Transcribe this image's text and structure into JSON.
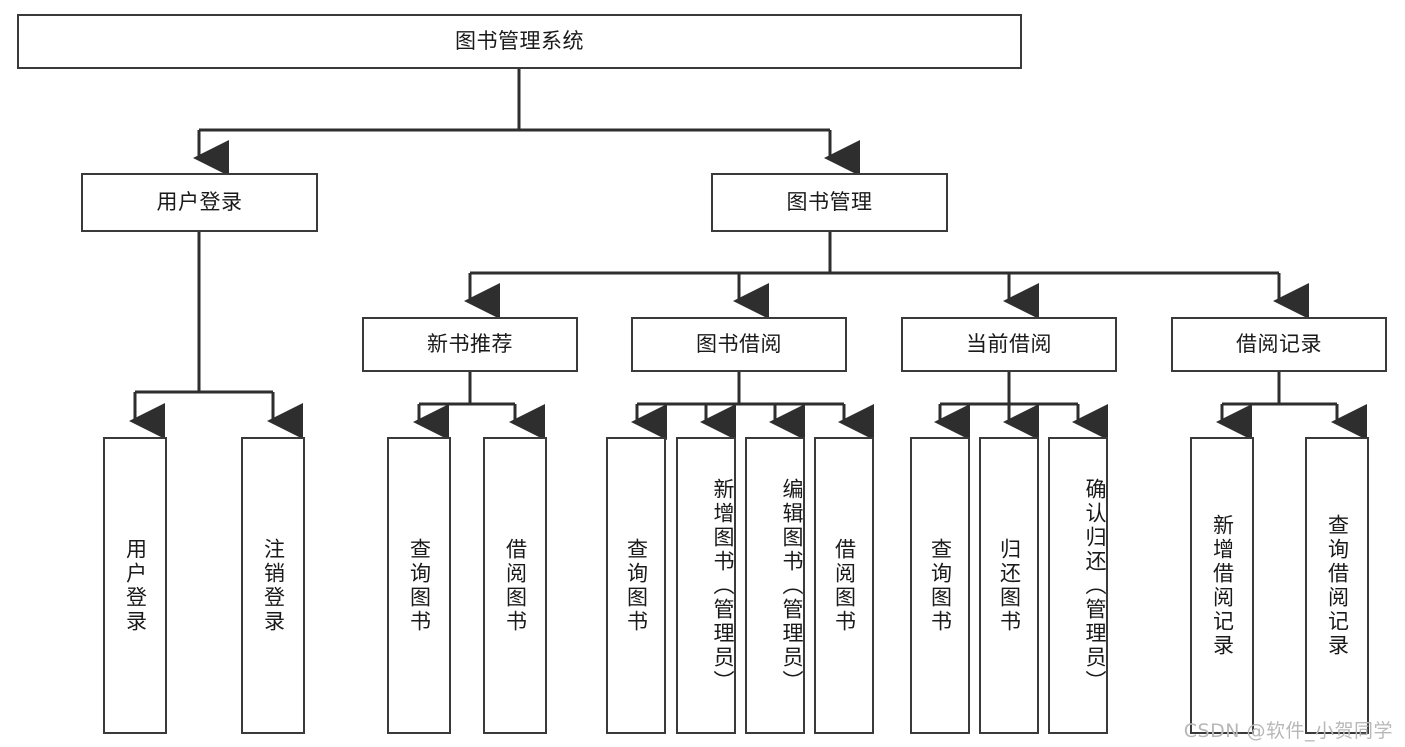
{
  "diagram": {
    "type": "tree",
    "title": "图书管理系统",
    "orientation": "top-down",
    "colors": {
      "box_border": "#3a3a3a",
      "box_fill": "#ffffff",
      "connector": "#2e2e2e",
      "text": "#1a1a1a",
      "watermark": "#b8b8b8"
    },
    "levels": {
      "root": {
        "label": "图书管理系统"
      },
      "level2": [
        {
          "label": "用户登录"
        },
        {
          "label": "图书管理"
        }
      ],
      "level3": [
        {
          "label": "新书推荐"
        },
        {
          "label": "图书借阅"
        },
        {
          "label": "当前借阅"
        },
        {
          "label": "借阅记录"
        }
      ],
      "leaves": {
        "user_login": [
          {
            "label": "用户登录"
          },
          {
            "label": "注销登录"
          }
        ],
        "new_book_recommend": [
          {
            "label": "查询图书"
          },
          {
            "label": "借阅图书"
          }
        ],
        "book_borrow": [
          {
            "label": "查询图书"
          },
          {
            "label": "新增图书（管理员）"
          },
          {
            "label": "编辑图书（管理员）"
          },
          {
            "label": "借阅图书"
          }
        ],
        "current_borrow": [
          {
            "label": "查询图书"
          },
          {
            "label": "归还图书"
          },
          {
            "label": "确认归还（管理员）"
          }
        ],
        "borrow_record": [
          {
            "label": "新增借阅记录"
          },
          {
            "label": "查询借阅记录"
          }
        ]
      }
    }
  },
  "watermark": {
    "text": "CSDN @软件_小贺同学"
  }
}
